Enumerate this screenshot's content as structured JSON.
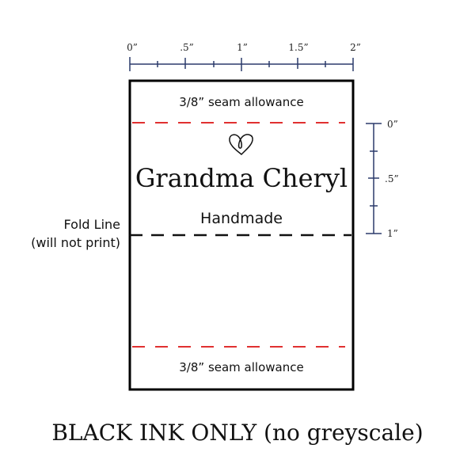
{
  "ruler_top": {
    "labels": [
      "0”",
      ".5”",
      "1”",
      "1.5”",
      "2”"
    ]
  },
  "ruler_side": {
    "labels": [
      "0”",
      ".5”",
      "1”"
    ]
  },
  "label": {
    "seam_top": "3/8” seam allowance",
    "seam_bottom": "3/8” seam allowance",
    "name": "Grandma Cheryl",
    "subtitle": "Handmade"
  },
  "fold": {
    "line1": "Fold Line",
    "line2": "(will not print)"
  },
  "footer": "BLACK INK ONLY (no greyscale)",
  "colors": {
    "ruler": "#2b3a6b",
    "seam": "#e03030",
    "fold": "#111111"
  }
}
